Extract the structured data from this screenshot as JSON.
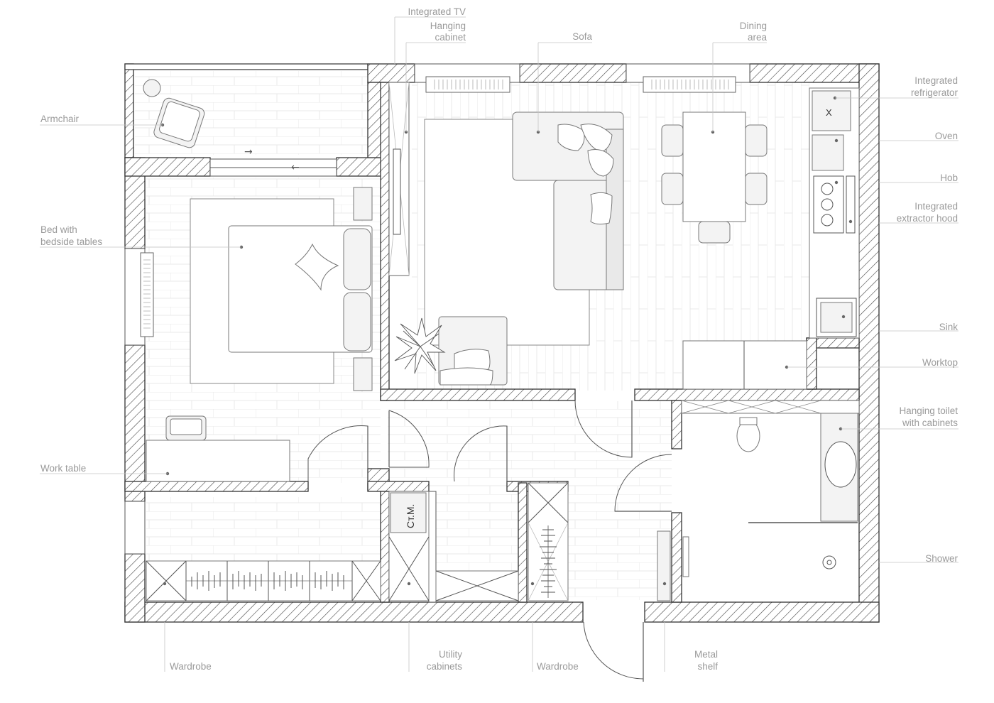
{
  "labels": {
    "integrated_tv": "Integrated TV",
    "hanging_cabinet_1": "Hanging",
    "hanging_cabinet_2": "cabinet",
    "sofa": "Sofa",
    "dining_area_1": "Dining",
    "dining_area_2": "area",
    "armchair": "Armchair",
    "bed_1": "Bed with",
    "bed_2": "bedside tables",
    "work_table": "Work table",
    "integrated_refrigerator_1": "Integrated",
    "integrated_refrigerator_2": "refrigerator",
    "oven": "Oven",
    "hob": "Hob",
    "extractor_hood_1": "Integrated",
    "extractor_hood_2": "extractor hood",
    "sink": "Sink",
    "worktop": "Worktop",
    "hanging_toilet_1": "Hanging toilet",
    "hanging_toilet_2": "with cabinets",
    "shower": "Shower",
    "wardrobe_left": "Wardrobe",
    "utility_cabinets_1": "Utility",
    "utility_cabinets_2": "cabinets",
    "wardrobe_right": "Wardrobe",
    "metal_shelf_1": "Metal",
    "metal_shelf_2": "shelf",
    "washing_machine": "Ст.М.",
    "fridge_mark": "X"
  },
  "balcony_arrows": {
    "upper": "→",
    "lower": "←"
  },
  "colors": {
    "wall_outline": "#333333",
    "furniture_fill": "#f3f3f3",
    "label_text": "#9a9a9a",
    "leader_line": "#c4c4c4"
  }
}
